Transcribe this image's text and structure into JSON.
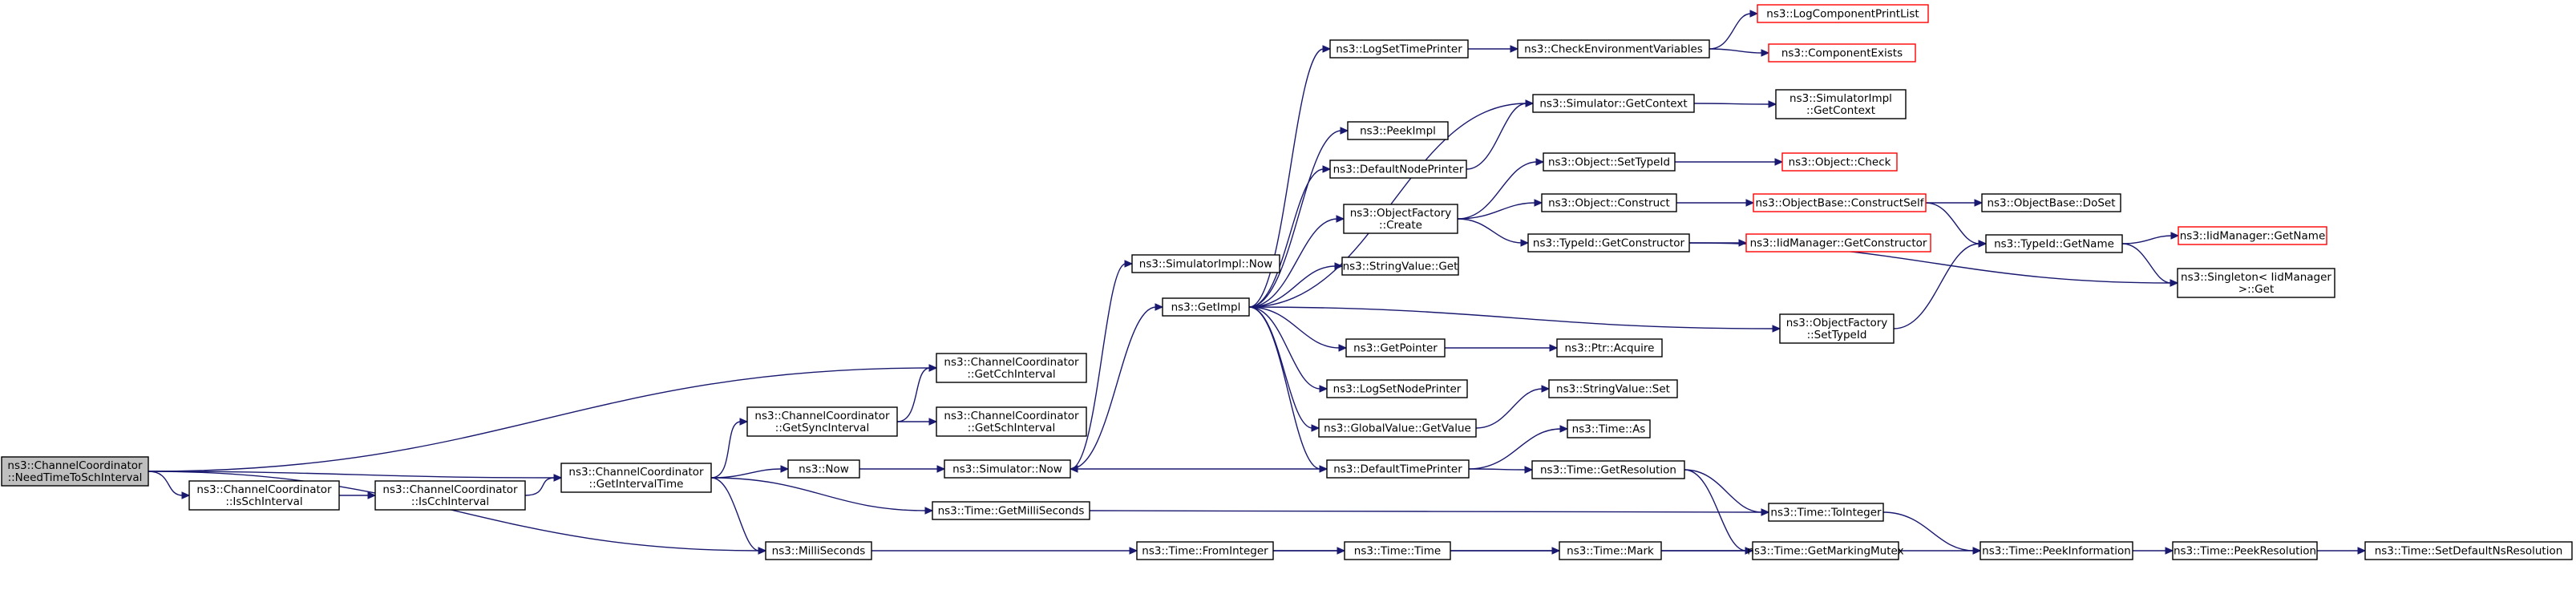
{
  "nodes": {
    "needtime": {
      "lines": [
        "ns3::ChannelCoordinator",
        "::NeedTimeToSchInterval"
      ],
      "style": "root"
    },
    "getcch": {
      "lines": [
        "ns3::ChannelCoordinator",
        "::GetCchInterval"
      ]
    },
    "getsch": {
      "lines": [
        "ns3::ChannelCoordinator",
        "::GetSchInterval"
      ]
    },
    "getsync": {
      "lines": [
        "ns3::ChannelCoordinator",
        "::GetSyncInterval"
      ]
    },
    "isschint": {
      "lines": [
        "ns3::ChannelCoordinator",
        "::IsSchInterval"
      ]
    },
    "iscchint": {
      "lines": [
        "ns3::ChannelCoordinator",
        "::IsCchInterval"
      ]
    },
    "getinttime": {
      "lines": [
        "ns3::ChannelCoordinator",
        "::GetIntervalTime"
      ]
    },
    "now": {
      "lines": [
        "ns3::Now"
      ]
    },
    "simnow": {
      "lines": [
        "ns3::Simulator::Now"
      ]
    },
    "simimplnow": {
      "lines": [
        "ns3::SimulatorImpl::Now"
      ]
    },
    "getimpl": {
      "lines": [
        "ns3::GetImpl"
      ]
    },
    "milliseconds": {
      "lines": [
        "ns3::MilliSeconds"
      ]
    },
    "getmilli": {
      "lines": [
        "ns3::Time::GetMilliSeconds"
      ]
    },
    "frominteger": {
      "lines": [
        "ns3::Time::FromInteger"
      ]
    },
    "timetime": {
      "lines": [
        "ns3::Time::Time"
      ]
    },
    "timemark": {
      "lines": [
        "ns3::Time::Mark"
      ]
    },
    "getmarkmutex": {
      "lines": [
        "ns3::Time::GetMarkingMutex"
      ]
    },
    "peekinfo": {
      "lines": [
        "ns3::Time::PeekInformation"
      ]
    },
    "peekres": {
      "lines": [
        "ns3::Time::PeekResolution"
      ]
    },
    "setdefres": {
      "lines": [
        "ns3::Time::SetDefaultNsResolution"
      ]
    },
    "tointeger": {
      "lines": [
        "ns3::Time::ToInteger"
      ]
    },
    "getresolution": {
      "lines": [
        "ns3::Time::GetResolution"
      ]
    },
    "timeas": {
      "lines": [
        "ns3::Time::As"
      ]
    },
    "deftimeprinter": {
      "lines": [
        "ns3::DefaultTimePrinter"
      ]
    },
    "logsettimeprinter": {
      "lines": [
        "ns3::LogSetTimePrinter"
      ]
    },
    "checkenv": {
      "lines": [
        "ns3::CheckEnvironmentVariables"
      ]
    },
    "logcompprintlist": {
      "lines": [
        "ns3::LogComponentPrintList"
      ],
      "style": "red"
    },
    "compexists": {
      "lines": [
        "ns3::ComponentExists"
      ],
      "style": "red"
    },
    "peekimpl": {
      "lines": [
        "ns3::PeekImpl"
      ]
    },
    "defnodeprinter": {
      "lines": [
        "ns3::DefaultNodePrinter"
      ]
    },
    "simgetctx": {
      "lines": [
        "ns3::Simulator::GetContext"
      ]
    },
    "simimplgetctx": {
      "lines": [
        "ns3::SimulatorImpl",
        "::GetContext"
      ]
    },
    "objfactcreate": {
      "lines": [
        "ns3::ObjectFactory",
        "::Create"
      ]
    },
    "objsettypeid": {
      "lines": [
        "ns3::Object::SetTypeId"
      ]
    },
    "objcheck": {
      "lines": [
        "ns3::Object::Check"
      ],
      "style": "red"
    },
    "objconstruct": {
      "lines": [
        "ns3::Object::Construct"
      ]
    },
    "objbaseconstructself": {
      "lines": [
        "ns3::ObjectBase::ConstructSelf"
      ],
      "style": "red"
    },
    "objbasedoset": {
      "lines": [
        "ns3::ObjectBase::DoSet"
      ]
    },
    "typeidgetctor": {
      "lines": [
        "ns3::TypeId::GetConstructor"
      ]
    },
    "iidgetctor": {
      "lines": [
        "ns3::IidManager::GetConstructor"
      ],
      "style": "red"
    },
    "typeidgetname": {
      "lines": [
        "ns3::TypeId::GetName"
      ]
    },
    "iidgetname": {
      "lines": [
        "ns3::IidManager::GetName"
      ],
      "style": "red"
    },
    "singletonget": {
      "lines": [
        "ns3::Singleton< IidManager",
        " >::Get"
      ]
    },
    "strvalget": {
      "lines": [
        "ns3::StringValue::Get"
      ]
    },
    "objfactsettypeid": {
      "lines": [
        "ns3::ObjectFactory",
        "::SetTypeId"
      ]
    },
    "getpointer": {
      "lines": [
        "ns3::GetPointer"
      ]
    },
    "ptracquire": {
      "lines": [
        "ns3::Ptr::Acquire"
      ]
    },
    "logsetnodeprinter": {
      "lines": [
        "ns3::LogSetNodePrinter"
      ]
    },
    "globalvalget": {
      "lines": [
        "ns3::GlobalValue::GetValue"
      ]
    },
    "strvalset": {
      "lines": [
        "ns3::StringValue::Set"
      ]
    }
  },
  "edge_color": "#191970"
}
